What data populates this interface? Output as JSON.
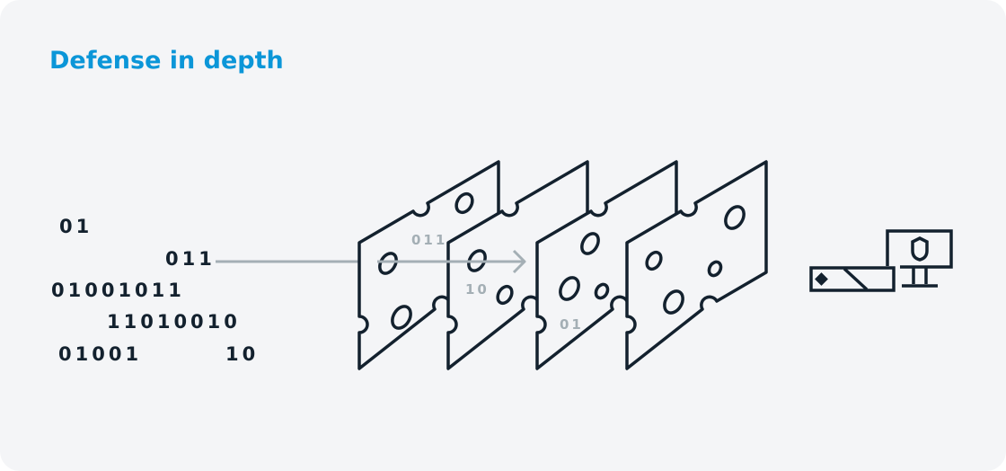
{
  "title": "Defense in depth",
  "incoming_bits": [
    "01",
    "011",
    "01001011",
    "11010010",
    "01001",
    "10"
  ],
  "passing_bits": [
    "011",
    "10",
    "01"
  ],
  "colors": {
    "title": "#0b96d8",
    "stroke": "#13212e",
    "arrow": "#a4afb5",
    "background": "#f4f5f7"
  },
  "icons": [
    "cheese-slice-layer",
    "server-icon",
    "monitor-shield-icon"
  ]
}
